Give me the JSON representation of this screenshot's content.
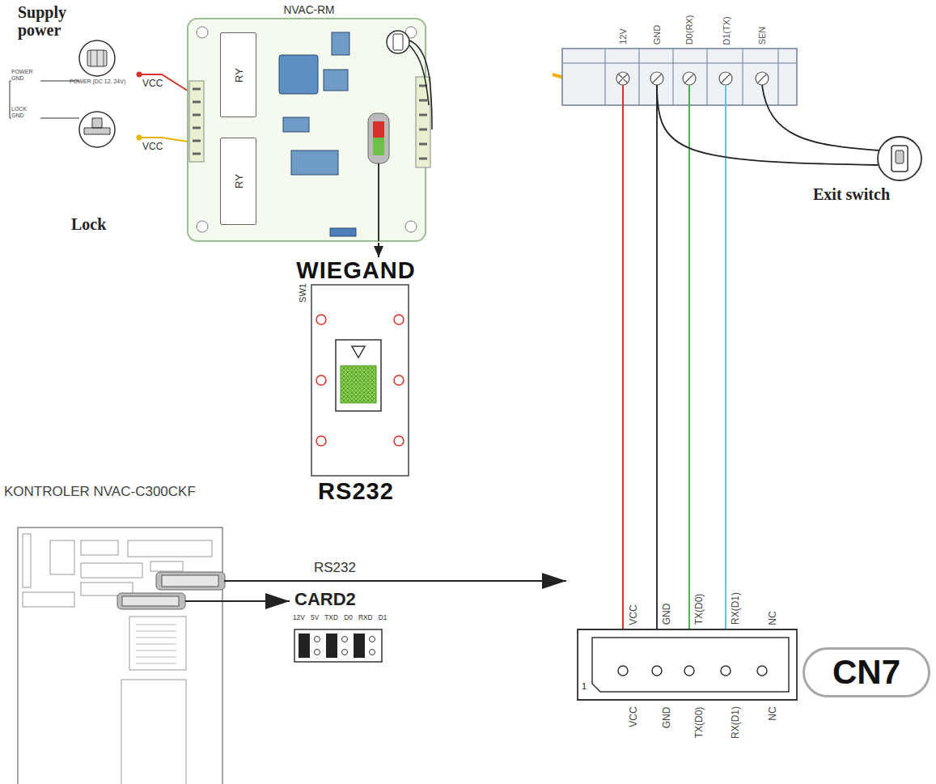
{
  "diagram": {
    "nodes": [
      {
        "text": [
          "NVAC-RM"
        ]
      },
      {
        "text": [
          "RY"
        ],
        "in": 0
      },
      {
        "text": [
          "RY"
        ],
        "in": 0
      },
      {
        "text": [
          "WIEGAND",
          "SW1",
          "RS232"
        ]
      },
      {
        "text": [
          "KONTROLER NVAC-C300CKF"
        ]
      },
      {
        "text": [
          "CARD2",
          "12V 5V TXD D0 RXD D1"
        ]
      },
      {
        "text": [
          "1"
        ]
      },
      {
        "text": [
          "CN7"
        ]
      }
    ],
    "edges": [
      {
        "from": 0,
        "to": 3,
        "arrow": "to"
      },
      {
        "from": 4,
        "to": 6,
        "label": "RS232",
        "arrow": "to"
      },
      {
        "from": 4,
        "to": 5,
        "arrow": "to"
      }
    ],
    "labels": [
      "Supply power",
      "POWER GND",
      "POWER (DC 12, 24V)",
      "LOCK GND",
      "VCC",
      "VCC",
      "Lock",
      "12V",
      "GND",
      "D0(RX)",
      "D1(TX)",
      "SEN",
      "Exit switch",
      "VCC",
      "GND",
      "TX(D0)",
      "RX(D1)",
      "NC",
      "VCC",
      "GND",
      "TX(D0)",
      "RX(D1)",
      "NC"
    ]
  }
}
